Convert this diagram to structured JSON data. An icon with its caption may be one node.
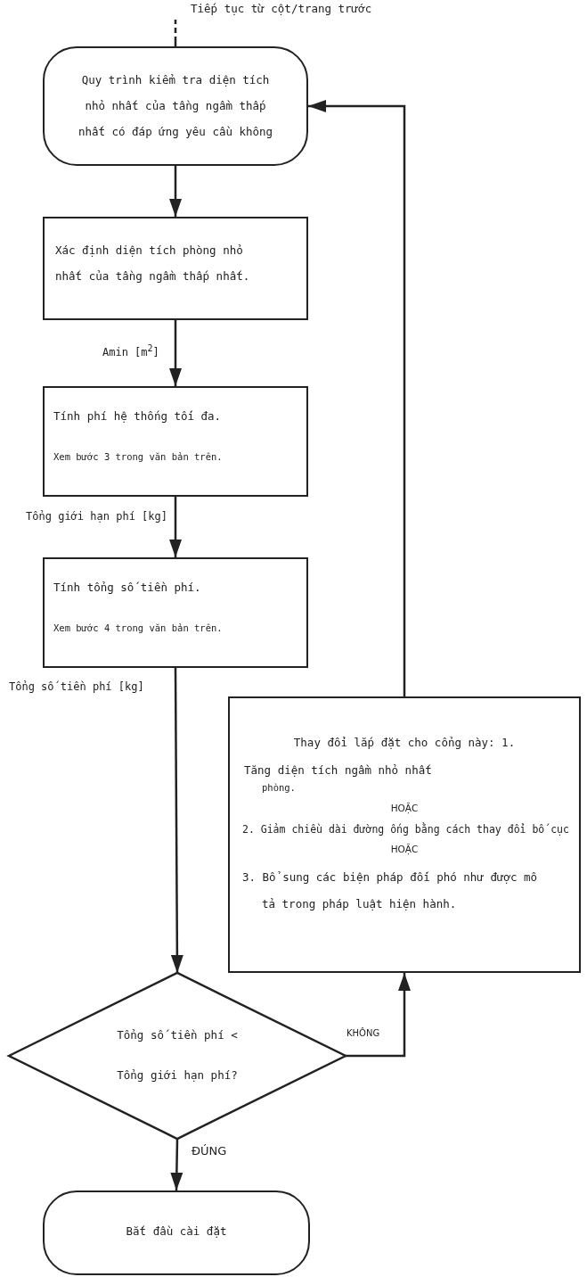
{
  "diagram": {
    "nodes": [
      {
        "text": [
          "Tiếp tục từ cột/trang trước"
        ]
      },
      {
        "text": [
          "Quy trình kiểm tra diện tích nhỏ nhất của tầng ngầm thấp nhất có đáp ứng yêu cầu không"
        ]
      },
      {
        "text": [
          "Xác định diện tích phòng nhỏ nhất của tầng ngầm thấp nhất."
        ]
      },
      {
        "text": [
          "Tính phí hệ thống tối đa.",
          "Xem bước 3 trong văn bản trên."
        ]
      },
      {
        "text": [
          "Tính tổng số tiền phí.",
          "Xem bước 4 trong văn bản trên."
        ]
      },
      {
        "text": [
          "Thay đổi lắp đặt cho cổng này: 1.",
          "Tăng diện tích ngầm nhỏ nhất",
          "phòng.",
          "HOẶC",
          "2. Giảm chiều dài đường ống bằng cách thay đổi bố cục",
          "HOẶC",
          "3. Bổ sung các biện pháp đối phó như được mô tả trong pháp luật hiện hành."
        ]
      },
      {
        "text": [
          "Tổng số tiền phí <",
          "Tổng giới hạn phí?"
        ]
      },
      {
        "text": [
          "Bắt đầu cài đặt"
        ]
      }
    ],
    "edges": [
      {
        "from": 0,
        "to": 1,
        "arrow": "none",
        "style": "dashed"
      },
      {
        "from": 1,
        "to": 2,
        "arrow": "to"
      },
      {
        "from": 2,
        "to": 3,
        "arrow": "to",
        "label": "Amin [m$^{2}$]"
      },
      {
        "from": 3,
        "to": 4,
        "arrow": "to",
        "label": "Tổng giới hạn phí [kg]"
      },
      {
        "from": 4,
        "to": 6,
        "arrow": "to",
        "label": "Tổng số tiền phí [kg]"
      },
      {
        "from": 6,
        "to": 5,
        "arrow": "to",
        "label": "KHÔNG"
      },
      {
        "from": 6,
        "to": 7,
        "arrow": "to",
        "label": "ĐÚNG"
      },
      {
        "from": 5,
        "to": 1,
        "arrow": "to"
      }
    ]
  }
}
